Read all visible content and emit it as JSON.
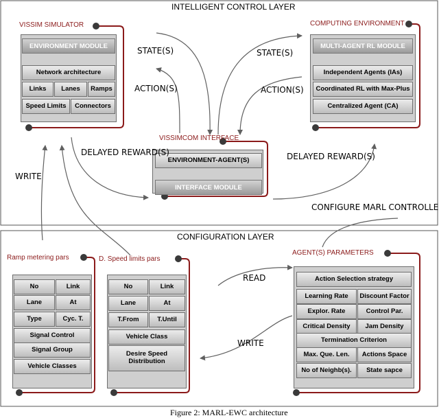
{
  "layers": {
    "intelligent_control": "INTELLIGENT CONTROL LAYER",
    "configuration": "CONFIGURATION LAYER"
  },
  "vissim": {
    "title": "VISSIM SIMULATOR",
    "module": "ENVIRONMENT MODULE",
    "network": "Network architecture",
    "links": "Links",
    "lanes": "Lanes",
    "ramps": "Ramps",
    "speed_limits": "Speed Limits",
    "connectors": "Connectors"
  },
  "computing": {
    "title": "COMPUTING ENVIRONMENT",
    "module": "MULTI-AGENT RL MODULE",
    "independent": "Independent Agents (IAs)",
    "coordinated": "Coordinated RL with Max-Plus",
    "centralized": "Centralized Agent (CA)"
  },
  "vissimcom": {
    "title": "VISSIMCOM INTERFACE",
    "env_agent": "ENVIRONMENT-AGENT(S)",
    "interface": "INTERFACE MODULE"
  },
  "flows": {
    "state_left": "STATE(S)",
    "action_left": "ACTION(S)",
    "state_right": "STATE(S)",
    "action_right": "ACTION(S)",
    "delayed_left": "DELAYED REWARD(S)",
    "delayed_right": "DELAYED REWARD(S)",
    "write_left": "WRITE",
    "configure": "CONFIGURE MARL CONTROLLER",
    "read": "READ",
    "write_center": "WRITE"
  },
  "ramp": {
    "title": "Ramp metering pars",
    "no": "No",
    "link": "Link",
    "lane": "Lane",
    "at": "At",
    "type": "Type",
    "cyc": "Cyc. T.",
    "signal_control": "Signal Control",
    "signal_group": "Signal Group",
    "vehicle_classes": "Vehicle Classes"
  },
  "speed": {
    "title": "D. Speed limits pars",
    "no": "No",
    "link": "Link",
    "lane": "Lane",
    "at": "At",
    "tfrom": "T.From",
    "tuntil": "T.Until",
    "vehicle_class": "Vehicle Class",
    "desire": "Desire Speed Distribution"
  },
  "agent": {
    "title": "AGENT(S) PARAMETERS",
    "action_selection": "Action Selection strategy",
    "learning_rate": "Learning Rate",
    "discount": "Discount Factor",
    "explor": "Explor. Rate",
    "control_par": "Control Par.",
    "critical": "Critical Density",
    "jam": "Jam Density",
    "termination": "Termination Criterion",
    "max_que": "Max. Que. Len.",
    "actions_space": "Actions Space",
    "neighbs": "No of Neighb(s).",
    "state_space": "State sapce"
  },
  "caption": "Figure 2: MARL-EWC architecture",
  "colors": {
    "bracket": "#8b1a1a",
    "dot": "#3a3a3a",
    "arrow": "#606060",
    "cell_top": "#ececec",
    "cell_bottom": "#bdbdbd"
  }
}
